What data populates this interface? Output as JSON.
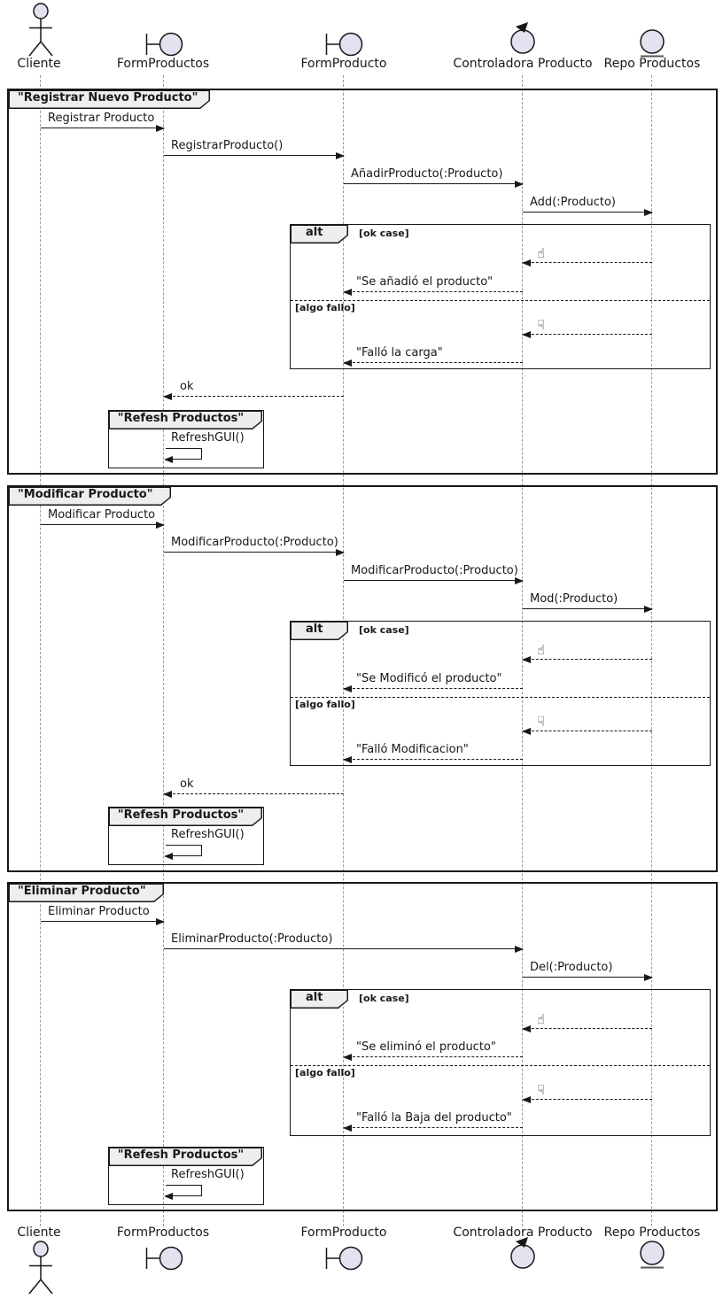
{
  "diagram_type": "uml-sequence-diagram",
  "colors": {
    "participant_fill": "#E2E2F0",
    "frame_label_fill": "#EEEEEE",
    "line": "#181818",
    "lifeline": "#9A9A9A"
  },
  "icons": {
    "thumbs_up": "☝",
    "thumbs_down": "☟"
  },
  "participants": [
    {
      "name": "Cliente",
      "kind": "actor"
    },
    {
      "name": "FormProductos",
      "kind": "boundary"
    },
    {
      "name": "FormProducto",
      "kind": "boundary"
    },
    {
      "name": "Controladora Producto",
      "kind": "control"
    },
    {
      "name": "Repo Productos",
      "kind": "entity"
    }
  ],
  "frames": [
    {
      "title": "\"Registrar Nuevo Producto\"",
      "messages": [
        {
          "label": "Registrar Producto",
          "from": "Cliente",
          "to": "FormProductos"
        },
        {
          "label": "RegistrarProducto()",
          "from": "FormProductos",
          "to": "FormProducto"
        },
        {
          "label": "AñadirProducto(:Producto)",
          "from": "FormProducto",
          "to": "Controladora Producto"
        },
        {
          "label": "Add(:Producto)",
          "from": "Controladora Producto",
          "to": "Repo Productos"
        }
      ],
      "alt": {
        "operator": "alt",
        "sections": [
          {
            "guard": "[ok case]",
            "messages": [
              {
                "icon": "thumbs_up",
                "from": "Repo Productos",
                "to": "Controladora Producto"
              },
              {
                "label": "\"Se añadió el producto\"",
                "from": "Controladora Producto",
                "to": "FormProducto"
              }
            ]
          },
          {
            "guard": "[algo fallo]",
            "messages": [
              {
                "icon": "thumbs_down",
                "from": "Repo Productos",
                "to": "Controladora Producto"
              },
              {
                "label": "\"Falló la carga\"",
                "from": "Controladora Producto",
                "to": "FormProducto"
              }
            ]
          }
        ]
      },
      "return_message": {
        "label": "ok",
        "from": "FormProducto",
        "to": "FormProductos"
      },
      "subframe": {
        "title": "\"Refesh Productos\"",
        "message": {
          "label": "RefreshGUI()",
          "from": "FormProductos",
          "to": "FormProductos"
        }
      }
    },
    {
      "title": "\"Modificar Producto\"",
      "messages": [
        {
          "label": "Modificar Producto",
          "from": "Cliente",
          "to": "FormProductos"
        },
        {
          "label": "ModificarProducto(:Producto)",
          "from": "FormProductos",
          "to": "FormProducto"
        },
        {
          "label": "ModificarProducto(:Producto)",
          "from": "FormProducto",
          "to": "Controladora Producto"
        },
        {
          "label": "Mod(:Producto)",
          "from": "Controladora Producto",
          "to": "Repo Productos"
        }
      ],
      "alt": {
        "operator": "alt",
        "sections": [
          {
            "guard": "[ok case]",
            "messages": [
              {
                "icon": "thumbs_up",
                "from": "Repo Productos",
                "to": "Controladora Producto"
              },
              {
                "label": "\"Se Modificó el producto\"",
                "from": "Controladora Producto",
                "to": "FormProducto"
              }
            ]
          },
          {
            "guard": "[algo fallo]",
            "messages": [
              {
                "icon": "thumbs_down",
                "from": "Repo Productos",
                "to": "Controladora Producto"
              },
              {
                "label": "\"Falló Modificacion\"",
                "from": "Controladora Producto",
                "to": "FormProducto"
              }
            ]
          }
        ]
      },
      "return_message": {
        "label": "ok",
        "from": "FormProducto",
        "to": "FormProductos"
      },
      "subframe": {
        "title": "\"Refesh Productos\"",
        "message": {
          "label": "RefreshGUI()",
          "from": "FormProductos",
          "to": "FormProductos"
        }
      }
    },
    {
      "title": "\"Eliminar Producto\"",
      "messages": [
        {
          "label": "Eliminar Producto",
          "from": "Cliente",
          "to": "FormProductos"
        },
        {
          "label": "EliminarProducto(:Producto)",
          "from": "FormProductos",
          "to": "Controladora Producto"
        },
        {
          "label": "Del(:Producto)",
          "from": "Controladora Producto",
          "to": "Repo Productos"
        }
      ],
      "alt": {
        "operator": "alt",
        "sections": [
          {
            "guard": "[ok case]",
            "messages": [
              {
                "icon": "thumbs_up",
                "from": "Repo Productos",
                "to": "Controladora Producto"
              },
              {
                "label": "\"Se eliminó el producto\"",
                "from": "Controladora Producto",
                "to": "FormProducto"
              }
            ]
          },
          {
            "guard": "[algo fallo]",
            "messages": [
              {
                "icon": "thumbs_down",
                "from": "Repo Productos",
                "to": "Controladora Producto"
              },
              {
                "label": "\"Falló la Baja del producto\"",
                "from": "Controladora Producto",
                "to": "FormProducto"
              }
            ]
          }
        ]
      },
      "subframe": {
        "title": "\"Refesh Productos\"",
        "message": {
          "label": "RefreshGUI()",
          "from": "FormProductos",
          "to": "FormProductos"
        }
      }
    }
  ]
}
